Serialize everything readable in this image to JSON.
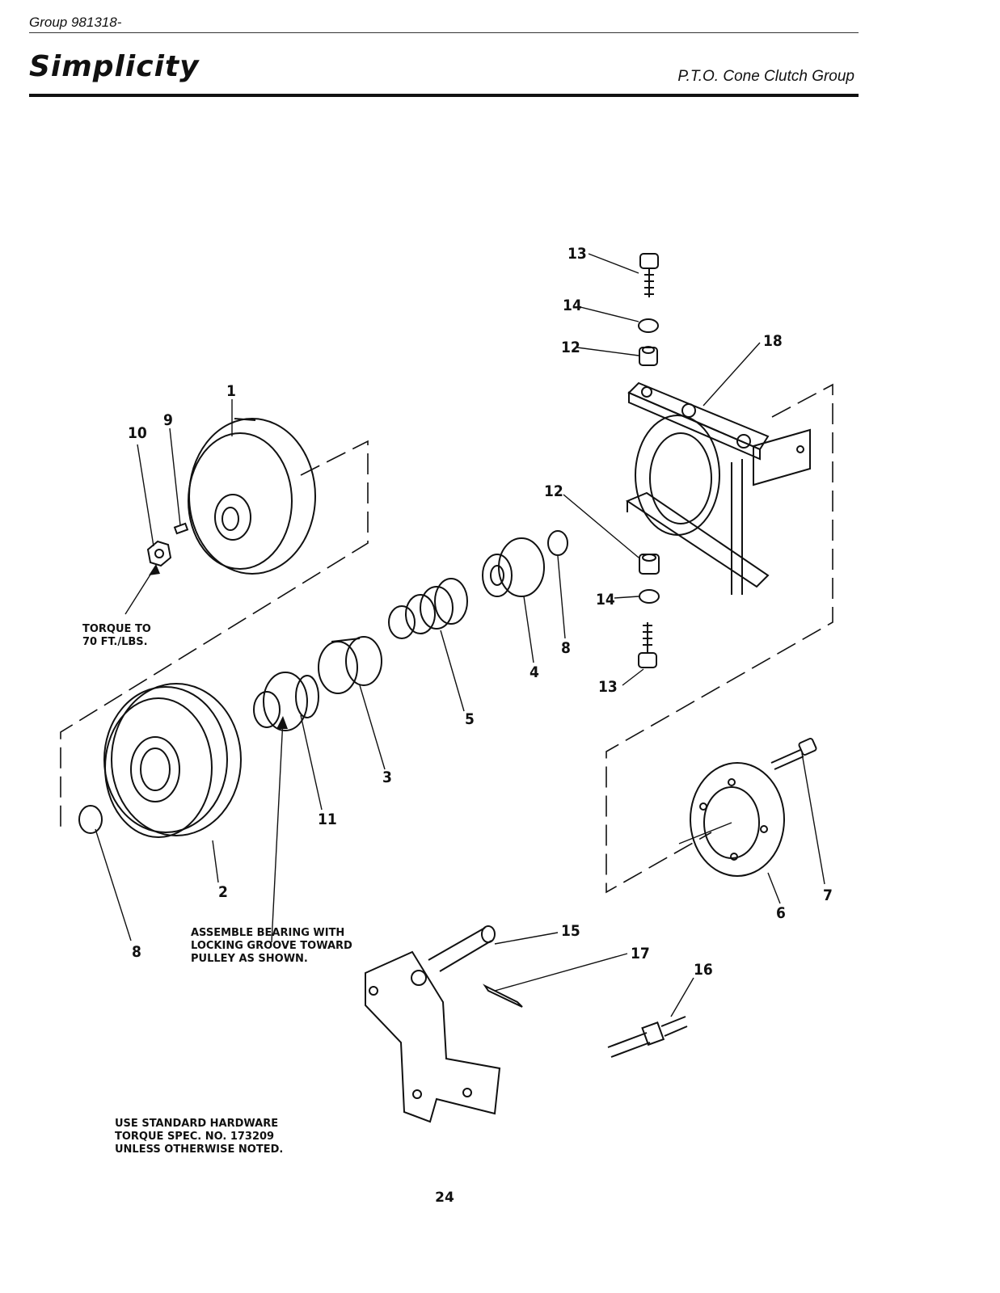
{
  "header": {
    "group": "Group 981318-",
    "brand": "Simplicity",
    "title": "P.T.O. Cone Clutch Group"
  },
  "callouts": {
    "torque": [
      "TORQUE TO",
      "70 FT./LBS."
    ],
    "bearing": [
      "ASSEMBLE BEARING WITH",
      "LOCKING GROOVE TOWARD",
      "PULLEY AS SHOWN."
    ],
    "hardware": [
      "USE STANDARD HARDWARE",
      "TORQUE SPEC. NO. 173209",
      "UNLESS OTHERWISE NOTED."
    ]
  },
  "part_numbers": [
    "1",
    "2",
    "3",
    "4",
    "5",
    "6",
    "7",
    "8",
    "8",
    "9",
    "10",
    "11",
    "12",
    "12",
    "13",
    "13",
    "14",
    "14",
    "15",
    "16",
    "17",
    "18"
  ],
  "page_number": "24"
}
